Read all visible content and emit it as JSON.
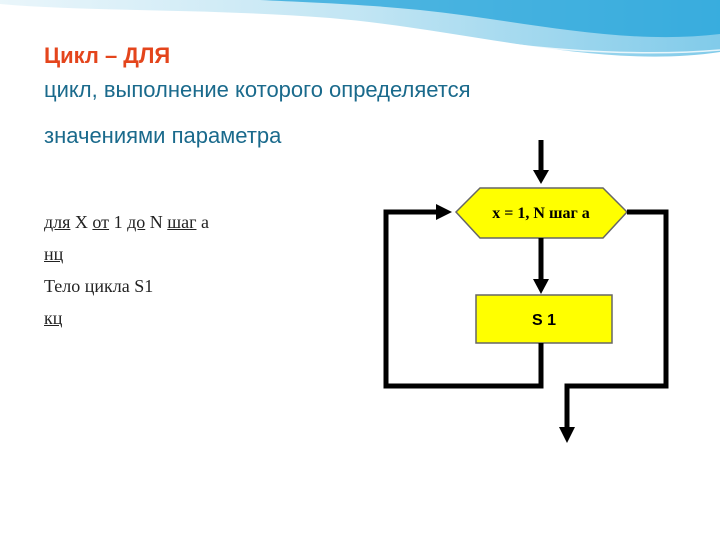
{
  "slide": {
    "title": "Цикл – ДЛЯ",
    "subtitle_line1": "цикл, выполнение которого определяется",
    "subtitle_line2": "значениями параметра"
  },
  "code": {
    "kw_for": "для",
    "var_x": " X ",
    "kw_from": "от",
    "val_1": " 1 ",
    "kw_to": "до",
    "var_n": " N ",
    "kw_step": "шаг",
    "var_a": " а",
    "kw_nc": "нц",
    "body": "Тело цикла S1",
    "kw_kc": "кц"
  },
  "flowchart": {
    "loop_header": "x = 1, N шаг a",
    "body_block": "S 1"
  },
  "colors": {
    "title": "#e4451c",
    "subtitle": "#1a6a8c",
    "shape_fill": "#ffff00",
    "stroke": "#000000"
  }
}
